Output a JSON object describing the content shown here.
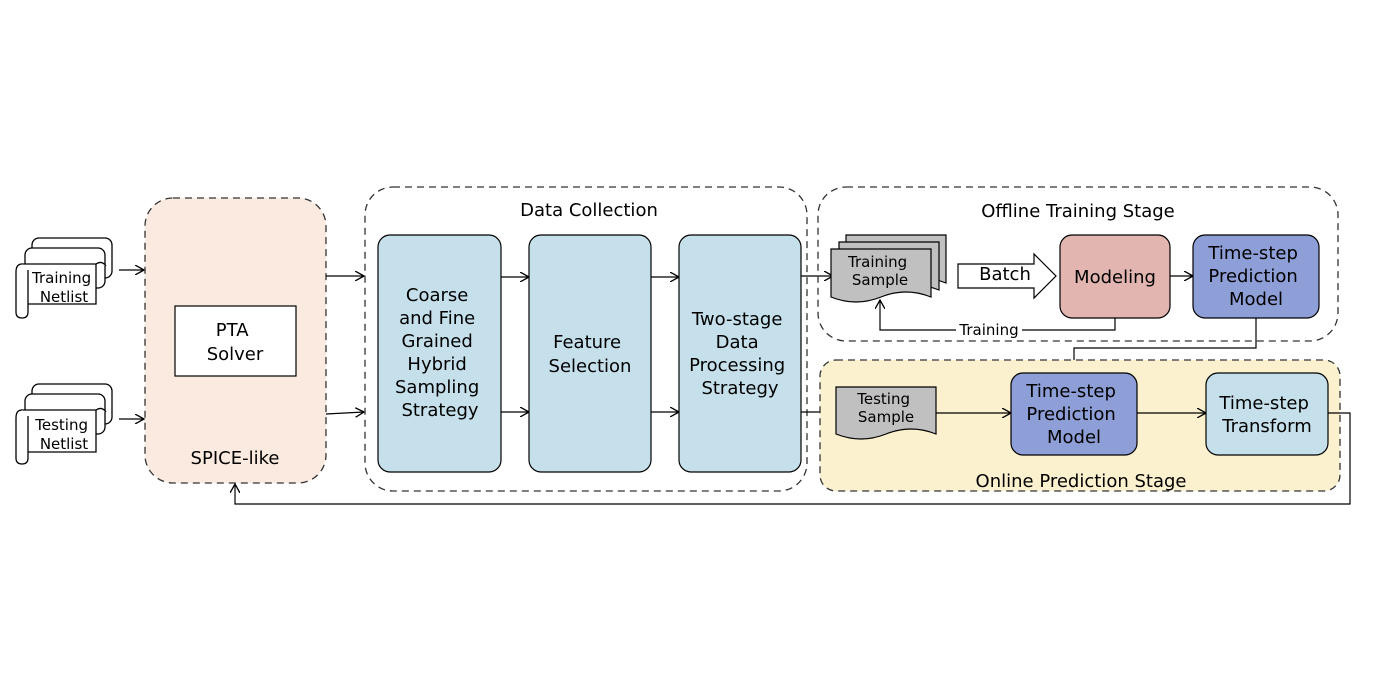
{
  "inputs": {
    "training_netlist": [
      "Training",
      "Netlist"
    ],
    "testing_netlist": [
      "Testing",
      "Netlist"
    ]
  },
  "spice": {
    "solver": [
      "PTA",
      "Solver"
    ],
    "label": "SPICE-like"
  },
  "data_collection": {
    "title": "Data Collection",
    "coarse": [
      "Coarse",
      "and Fine",
      "Grained",
      "Hybrid",
      "Sampling",
      "Strategy"
    ],
    "feature": [
      "Feature",
      "Selection"
    ],
    "two_stage": [
      "Two-stage",
      "Data",
      "Processing",
      "Strategy"
    ]
  },
  "offline": {
    "title": "Offline Training Stage",
    "training_sample": [
      "Training",
      "Sample"
    ],
    "batch": "Batch",
    "modeling": "Modeling",
    "model": [
      "Time-step",
      "Prediction",
      "Model"
    ],
    "training_loop": "Training"
  },
  "online": {
    "title": "Online Prediction Stage",
    "testing_sample": [
      "Testing",
      "Sample"
    ],
    "model": [
      "Time-step",
      "Prediction",
      "Model"
    ],
    "transform": [
      "Time-step",
      "Transform"
    ]
  },
  "colors": {
    "spice_fill": "#fbeadf",
    "blue_box": "#c5e0ea",
    "modeling": "#e2b5b1",
    "model": "#8e9ed6",
    "online_fill": "#fcf1cf",
    "sample_gray": "#c0c0c0"
  }
}
